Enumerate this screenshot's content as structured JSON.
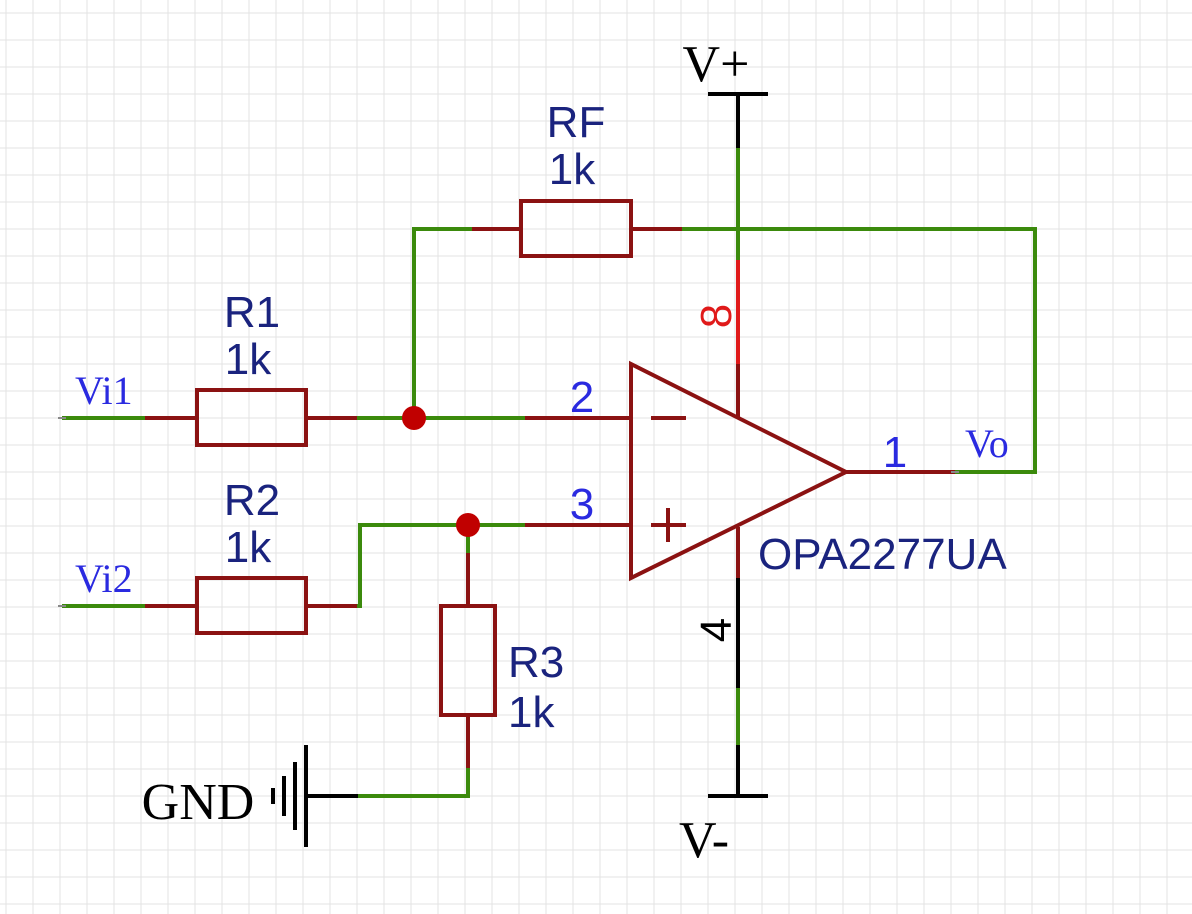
{
  "colors": {
    "background": "#ffffff",
    "grid": "#e3e3e3",
    "wire": "#3b8a0c",
    "component": "#8b1212",
    "pin_body": "#8b1212",
    "pin_number": "#2a2ae0",
    "pin_number_power_top": "#e01a1a",
    "pin_number_power_bottom": "#000000",
    "junction": "#c00000",
    "designator": "#1a237e",
    "net_label": "#2a2ae0",
    "power_label": "#000000"
  },
  "power": {
    "top": "V+",
    "bottom": "V-",
    "ground": "GND"
  },
  "nets": {
    "input1": "Vi1",
    "input2": "Vi2",
    "output": "Vo"
  },
  "components": {
    "rf": {
      "ref": "RF",
      "value": "1k"
    },
    "r1": {
      "ref": "R1",
      "value": "1k"
    },
    "r2": {
      "ref": "R2",
      "value": "1k"
    },
    "r3": {
      "ref": "R3",
      "value": "1k"
    },
    "opamp": {
      "part": "OPA2277UA",
      "pin_inverting": "2",
      "pin_noninverting": "3",
      "pin_output": "1",
      "pin_vplus": "8",
      "pin_vminus": "4",
      "symbol_minus": "−",
      "symbol_plus": "+"
    }
  }
}
